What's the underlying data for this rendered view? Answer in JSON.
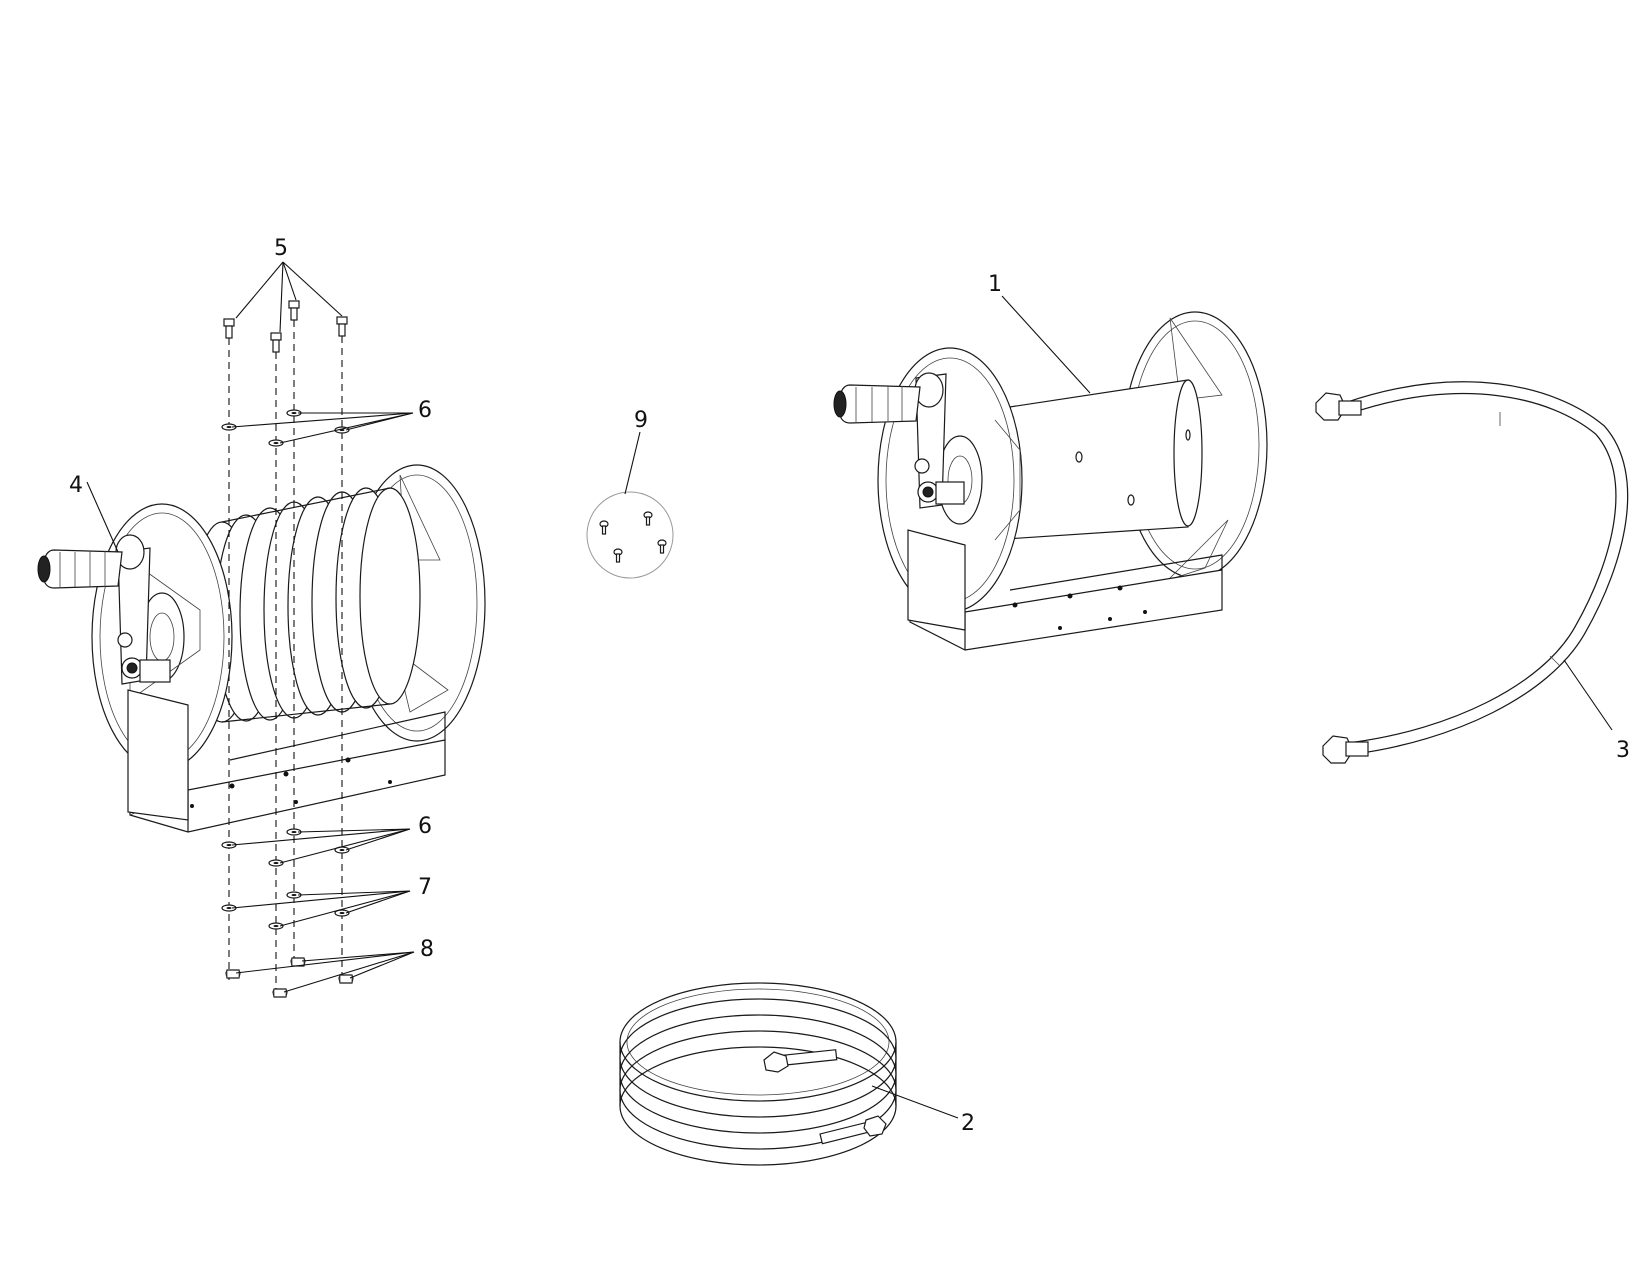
{
  "callouts": {
    "c1": "1",
    "c2": "2",
    "c3": "3",
    "c4": "4",
    "c5": "5",
    "c6a": "6",
    "c6b": "6",
    "c7": "7",
    "c8": "8",
    "c9": "9"
  },
  "colors": {
    "line": "#1a1a1a",
    "background": "#ffffff"
  }
}
